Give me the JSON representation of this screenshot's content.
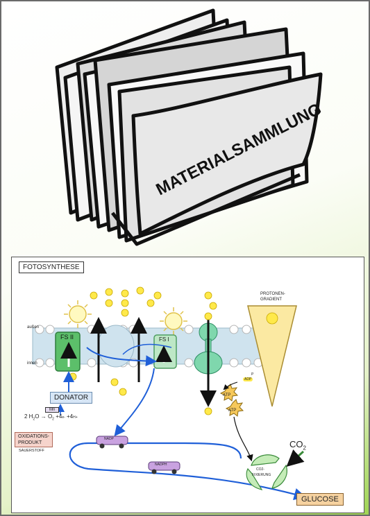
{
  "folder": {
    "label": "MATERIALSAMMLUNG"
  },
  "diagram": {
    "title": "FOTOSYNTHESE",
    "outside_label": "außen",
    "inside_label": "innen",
    "ps2_label": "FS II",
    "ps1_label": "FS I",
    "electron": "e-",
    "proton": "H+",
    "proton_gradient_label_1": "PROTONEN-",
    "proton_gradient_label_2": "GRADIENT",
    "donator": "DONATOR",
    "mn": "Mn",
    "water_left": "2 H",
    "water_sub": "2",
    "water_o": "O",
    "products": "O",
    "products_sub": "2",
    "plus_4": "+4",
    "plus_4h": "+4",
    "oxidation_1": "OXIDATIONS-",
    "oxidation_2": "PRODUKT",
    "oxygen": "SAUERSTOFF",
    "adp": "ADP",
    "p": "P",
    "atp_1": "ATP",
    "atp_2": "ATP",
    "co2": "CO",
    "co2_sub": "2",
    "co2_small": "CO2-",
    "fixation": "FIXIERUNG",
    "glucose": "GLUCOSE",
    "nadp": "NADP",
    "nadph": "NADPH"
  },
  "colors": {
    "background_green": "#9fd454",
    "ps2_green": "#5cbf6a",
    "ps1_green": "#bde7c6",
    "membrane_blue": "#cfe3ee",
    "arrow_blue": "#1f5fd8",
    "proton_yellow": "#ffe94a",
    "gradient_yellow": "#fbe9a2",
    "glucose_orange": "#f6d2a0",
    "oxidation_pink": "#f6d4cc",
    "donator_blue": "#d7e6f6",
    "atp_orange": "#f6c85a",
    "car_purple": "#c9a2e0"
  }
}
